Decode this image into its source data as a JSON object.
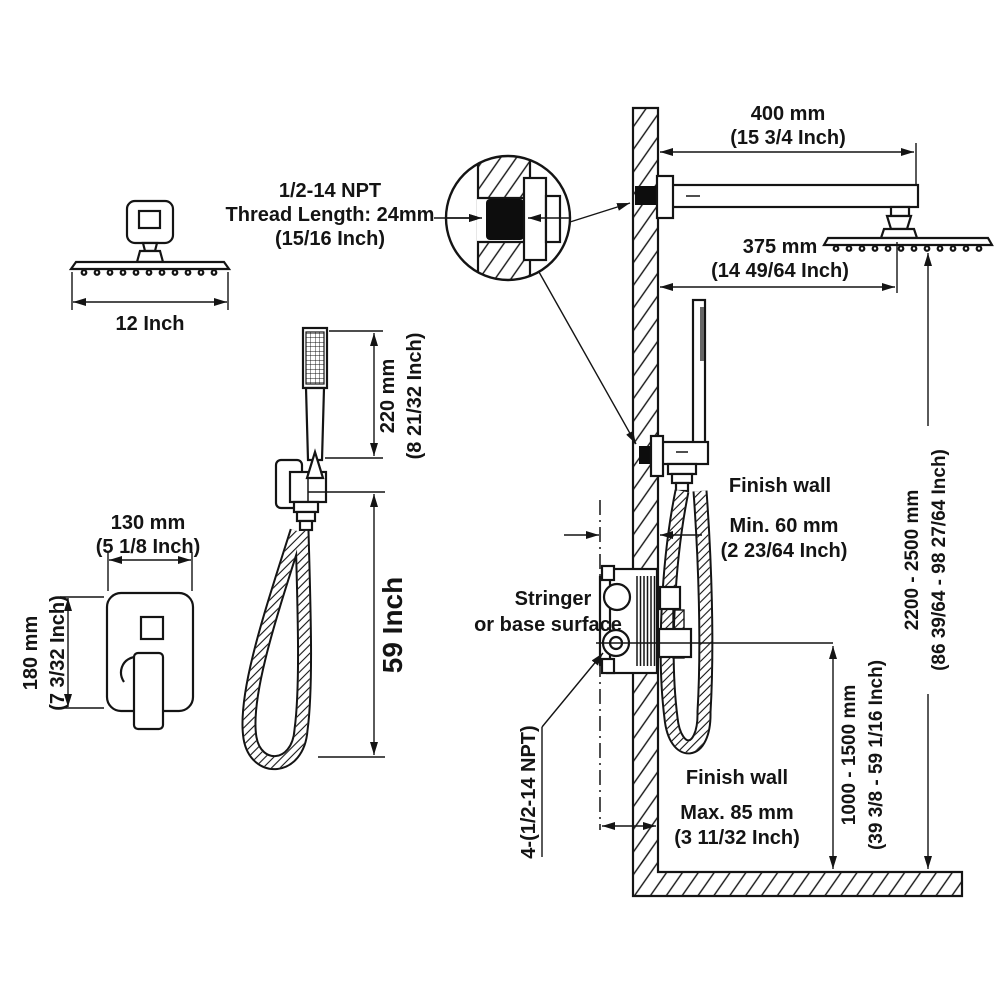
{
  "diagram": {
    "type": "technical installation drawing",
    "subject": "wall-mounted rain shower system with handheld shower and concealed valve",
    "line_color": "#141414",
    "background_color": "#ffffff"
  },
  "labels": {
    "thread_note_line1": "1/2-14 NPT",
    "thread_note_line2": "Thread Length: 24mm",
    "thread_note_line3": "(15/16 Inch)",
    "head_width": "12 Inch",
    "arm_reach_mm": "400 mm",
    "arm_reach_in": "(15 3/4 Inch)",
    "head_center_mm": "375 mm",
    "head_center_in": "(14 49/64 Inch)",
    "handshower_mm": "220 mm",
    "handshower_in": "(8 21/32 Inch)",
    "hose_length": "59 Inch",
    "trim_width_mm": "130 mm",
    "trim_width_in": "(5 1/8 Inch)",
    "trim_height_mm": "180 mm",
    "trim_height_in": "(7 3/32 Inch)",
    "finish_wall_top": "Finish wall",
    "min_depth_mm": "Min. 60 mm",
    "min_depth_in": "(2 23/64 Inch)",
    "stringer_line1": "Stringer",
    "stringer_line2": "or base surface",
    "finish_wall_bottom": "Finish wall",
    "max_depth_mm": "Max. 85 mm",
    "max_depth_in": "(3 11/32 Inch)",
    "ports_note": "4-(1/2-14 NPT)",
    "valve_height_mm": "1000 - 1500 mm",
    "valve_height_in": "(39 3/8 - 59 1/16 Inch)",
    "head_height_mm": "2200 - 2500 mm",
    "head_height_in": "(86 39/64 - 98 27/64 Inch)"
  }
}
